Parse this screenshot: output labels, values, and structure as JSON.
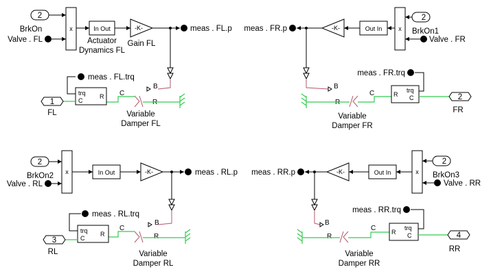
{
  "colors": {
    "signal": "#000000",
    "physical": "#33cc4d",
    "mechanical": "#b05a6a",
    "background": "#ffffff"
  },
  "fl": {
    "inport_num": "2",
    "inport_name": "BrkOn",
    "valve": "Valve . FL",
    "mult": "x",
    "block_io": "In  Out",
    "block_name_1": "Actuator",
    "block_name_2": "Dynamics FL",
    "gain_value": "-K-",
    "gain_name": "Gain FL",
    "meas_p": "meas . FL.p",
    "meas_trq": "meas . FL.trq",
    "trq_label": "trq",
    "c_label": "C",
    "r_label": "R",
    "wire_c": "C",
    "wire_r": "R",
    "wire_b": "B",
    "port_num": "1",
    "port_name": "FL",
    "damper_1": "Variable",
    "damper_2": "Damper FL"
  },
  "fr": {
    "inport_num": "2",
    "inport_name": "BrkOn1",
    "valve": "Valve . FR",
    "mult": "x",
    "block_io": "Out  In",
    "gain_value": "-K-",
    "meas_p": "meas . FR.p",
    "meas_trq": "meas . FR.trq",
    "trq_label": "trq",
    "c_label": "C",
    "r_label": "R",
    "wire_c": "C",
    "wire_r": "R",
    "wire_b": "B",
    "port_num": "2",
    "port_name": "FR",
    "damper_1": "Variable",
    "damper_2": "Damper FR"
  },
  "rl": {
    "inport_num": "2",
    "inport_name": "BrkOn2",
    "valve": "Valve . RL",
    "mult": "x",
    "block_io": "In  Out",
    "gain_value": "-K-",
    "meas_p": "meas . RL.p",
    "meas_trq": "meas . RL.trq",
    "trq_label": "trq",
    "c_label": "C",
    "r_label": "R",
    "wire_c": "C",
    "wire_r": "R",
    "wire_b": "B",
    "port_num": "3",
    "port_name": "RL",
    "damper_1": "Variable",
    "damper_2": "Damper RL"
  },
  "rr": {
    "inport_num": "2",
    "inport_name": "BrkOn3",
    "valve": "Valve . RR",
    "mult": "x",
    "block_io": "Out  In",
    "gain_value": "-K-",
    "meas_p": "meas . RR.p",
    "meas_trq": "meas . RR.trq",
    "trq_label": "trq",
    "c_label": "C",
    "r_label": "R",
    "wire_c": "C",
    "wire_r": "R",
    "wire_b": "B",
    "port_num": "4",
    "port_name": "RR",
    "damper_1": "Variable",
    "damper_2": "Damper RR"
  }
}
